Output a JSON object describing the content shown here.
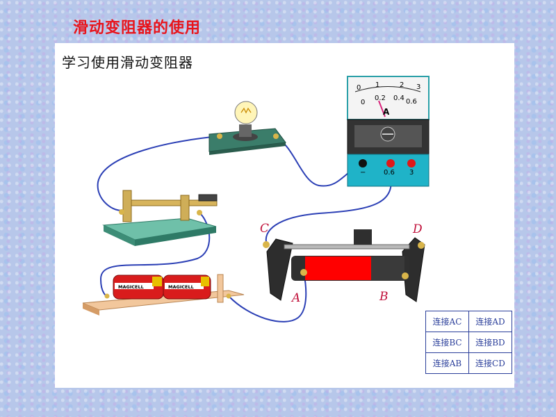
{
  "slide_title": "滑动变阻器的使用",
  "panel_title": "学习使用滑动变阻器",
  "ammeter": {
    "scale_top": [
      "0",
      "1",
      "2",
      "3"
    ],
    "scale_bottom": [
      "0",
      "0.2",
      "0.4",
      "0.6"
    ],
    "unit": "A",
    "terminals": [
      "−",
      "0.6",
      "3"
    ]
  },
  "battery": {
    "brand": "MAGICELL"
  },
  "rheostat": {
    "labels": {
      "c": "C",
      "d": "D",
      "a": "A",
      "b": "B"
    }
  },
  "connections": [
    [
      "连接AC",
      "连接AD"
    ],
    [
      "连接BC",
      "连接BD"
    ],
    [
      "连接AB",
      "连接CD"
    ]
  ],
  "colors": {
    "title": "#e8141b",
    "wire": "#2b3fb5",
    "table": "#2a3e9a",
    "resistor": "#ff0000"
  }
}
